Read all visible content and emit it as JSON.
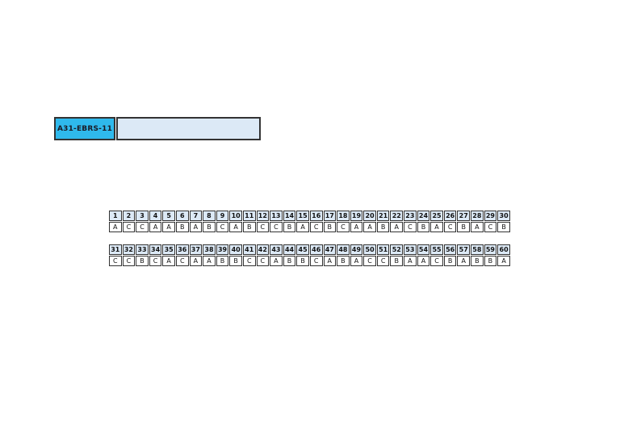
{
  "label_box": {
    "code": "A31-EBRS-11"
  },
  "answer_key": {
    "tables": [
      {
        "numbers": [
          "1",
          "2",
          "3",
          "4",
          "5",
          "6",
          "7",
          "8",
          "9",
          "10",
          "11",
          "12",
          "13",
          "14",
          "15",
          "16",
          "17",
          "18",
          "19",
          "20",
          "21",
          "22",
          "23",
          "24",
          "25",
          "26",
          "27",
          "28",
          "29",
          "30"
        ],
        "answers": [
          "A",
          "C",
          "C",
          "A",
          "A",
          "B",
          "A",
          "B",
          "C",
          "A",
          "B",
          "C",
          "C",
          "B",
          "A",
          "C",
          "B",
          "C",
          "A",
          "A",
          "B",
          "A",
          "C",
          "B",
          "A",
          "C",
          "B",
          "A",
          "C",
          "B"
        ]
      },
      {
        "numbers": [
          "31",
          "32",
          "33",
          "34",
          "35",
          "36",
          "37",
          "38",
          "39",
          "40",
          "41",
          "42",
          "43",
          "44",
          "45",
          "46",
          "47",
          "48",
          "49",
          "50",
          "51",
          "52",
          "53",
          "54",
          "55",
          "56",
          "57",
          "58",
          "59",
          "60"
        ],
        "answers": [
          "C",
          "C",
          "B",
          "C",
          "A",
          "C",
          "A",
          "A",
          "B",
          "B",
          "C",
          "C",
          "A",
          "B",
          "B",
          "C",
          "A",
          "B",
          "A",
          "C",
          "C",
          "B",
          "A",
          "A",
          "C",
          "B",
          "A",
          "B",
          "B",
          "A"
        ]
      }
    ]
  },
  "colors": {
    "label_cyan": "#2fb9ec",
    "header_blue": "#dce9f6",
    "border": "#333333"
  }
}
